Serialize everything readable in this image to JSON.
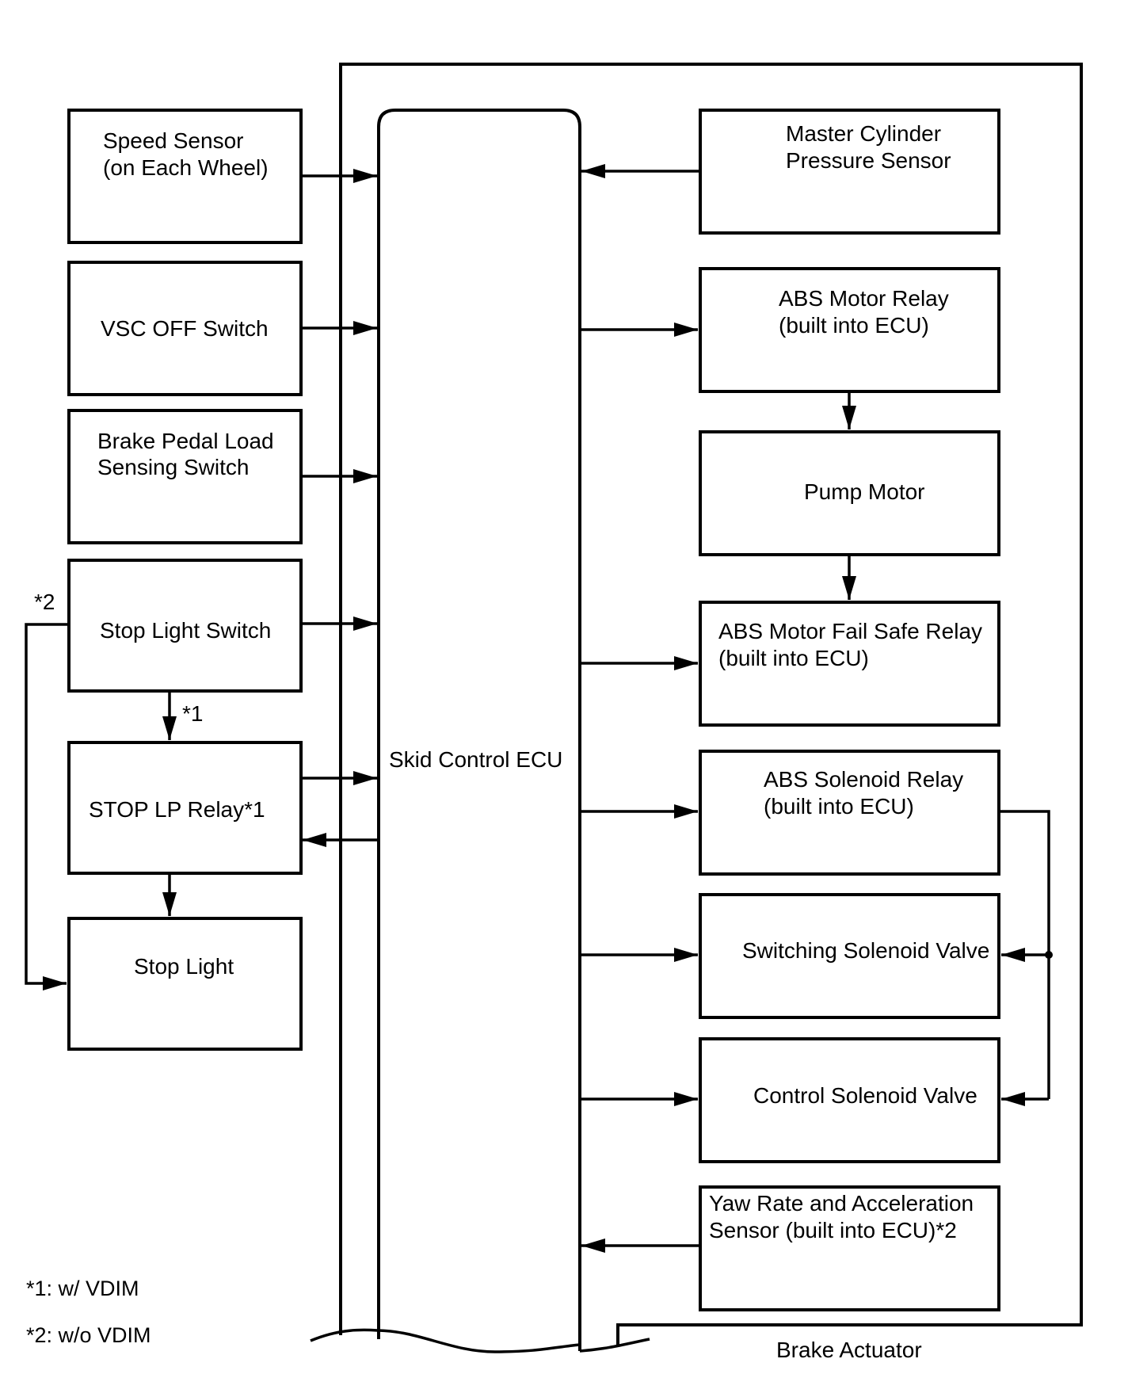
{
  "ecu": {
    "label": "Skid Control ECU"
  },
  "actuator": {
    "label": "Brake Actuator"
  },
  "left_components": {
    "speed_sensor": [
      "Speed Sensor",
      "(on Each Wheel)"
    ],
    "vsc_off_switch": [
      "VSC OFF Switch"
    ],
    "brake_pedal_load_switch": [
      "Brake Pedal Load",
      "Sensing Switch"
    ],
    "stop_light_switch": [
      "Stop Light Switch"
    ],
    "stop_lp_relay": [
      "STOP LP Relay*1"
    ],
    "stop_light": [
      "Stop Light"
    ]
  },
  "right_components": {
    "master_cylinder_sensor": [
      "Master Cylinder",
      "Pressure Sensor"
    ],
    "abs_motor_relay": [
      "ABS Motor Relay",
      "(built into ECU)"
    ],
    "pump_motor": [
      "Pump Motor"
    ],
    "abs_motor_fail_safe_relay": [
      "ABS Motor Fail Safe Relay",
      "(built into ECU)"
    ],
    "abs_solenoid_relay": [
      "ABS Solenoid Relay",
      "(built into ECU)"
    ],
    "switching_solenoid_valve": [
      "Switching Solenoid Valve"
    ],
    "control_solenoid_valve": [
      "Control Solenoid Valve"
    ],
    "yaw_rate_sensor": [
      "Yaw Rate and Acceleration",
      "Sensor (built into ECU)*2"
    ]
  },
  "markers": {
    "star2": "*2",
    "star1": "*1"
  },
  "notes": {
    "note1": "*1: w/ VDIM",
    "note2": "*2: w/o VDIM"
  }
}
